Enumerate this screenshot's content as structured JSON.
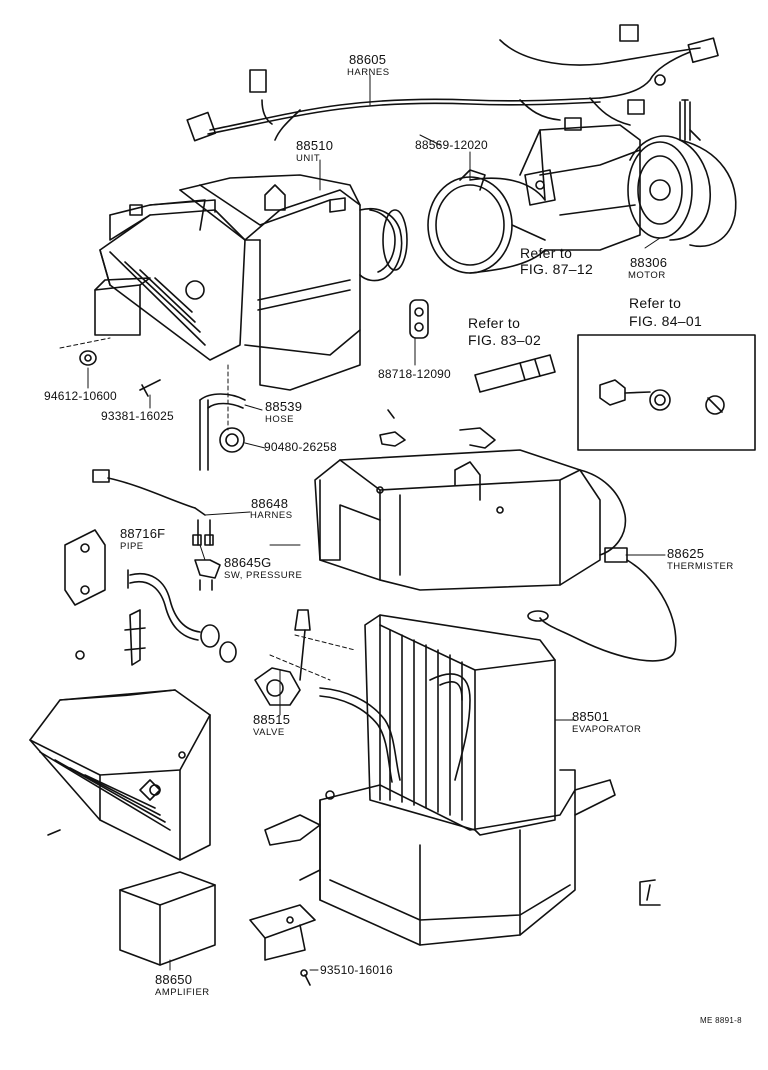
{
  "colors": {
    "ink": "#111111",
    "paper": "#ffffff"
  },
  "parts": {
    "harness_main": {
      "number": "88605",
      "name": "HARNES"
    },
    "unit": {
      "number": "88510",
      "name": "UNIT"
    },
    "clamp_motor": {
      "number": "88569-12020"
    },
    "refer_87": {
      "line1": "Refer to",
      "line2": "FIG. 87–12"
    },
    "motor": {
      "number": "88306",
      "name": "MOTOR"
    },
    "refer_84": {
      "line1": "Refer to",
      "line2": "FIG. 84–01"
    },
    "refer_83": {
      "line1": "Refer to",
      "line2": "FIG. 83–02"
    },
    "clip": {
      "number": "88718-12090"
    },
    "nut": {
      "number": "94612-10600"
    },
    "bolt": {
      "number": "93381-16025"
    },
    "hose": {
      "number": "88539",
      "name": "HOSE"
    },
    "grommet": {
      "number": "90480-26258"
    },
    "harness_small": {
      "number": "88648",
      "name": "HARNES"
    },
    "pipe": {
      "number": "88716F",
      "name": "PIPE"
    },
    "switch": {
      "number": "88645G",
      "name": "SW, PRESSURE"
    },
    "thermister": {
      "number": "88625",
      "name": "THERMISTER"
    },
    "valve": {
      "number": "88515",
      "name": "VALVE"
    },
    "evaporator": {
      "number": "88501",
      "name": "EVAPORATOR"
    },
    "amplifier": {
      "number": "88650",
      "name": "AMPLIFIER"
    },
    "screw": {
      "number": "93510-16016"
    }
  },
  "drawing_code": "ME 8891-8"
}
